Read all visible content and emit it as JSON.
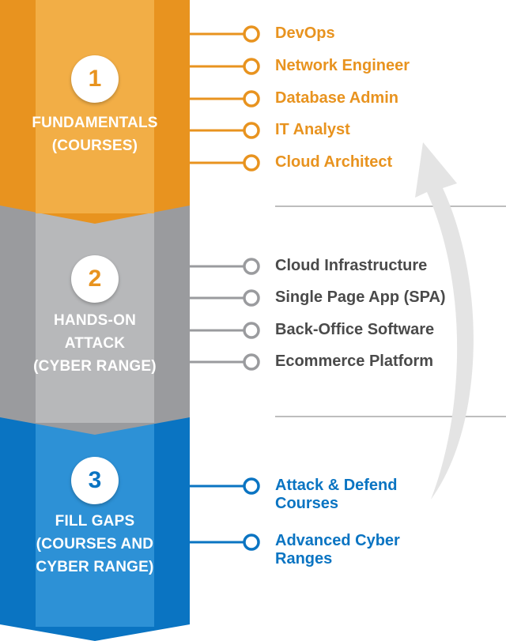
{
  "colors": {
    "stage1": "#E8931F",
    "stage1_light": "#F2AE46",
    "stage2": "#9A9B9E",
    "stage2_light": "#B7B8BA",
    "stage3": "#0A74C2",
    "stage3_light": "#2D91D6",
    "arrow": "#E4E4E4",
    "divider": "#BDBDBD",
    "dark_text": "#4A4A4A"
  },
  "stages": [
    {
      "number": "1",
      "title_lines": [
        "FUNDAMENTALS",
        "(COURSES)"
      ],
      "items": [
        {
          "label": "DevOps"
        },
        {
          "label": "Network Engineer"
        },
        {
          "label": "Database Admin"
        },
        {
          "label": "IT Analyst"
        },
        {
          "label": "Cloud Architect"
        }
      ]
    },
    {
      "number": "2",
      "title_lines": [
        "HANDS-ON",
        "ATTACK",
        "(CYBER RANGE)"
      ],
      "items": [
        {
          "label": "Cloud Infrastructure"
        },
        {
          "label": "Single Page App (SPA)"
        },
        {
          "label": "Back-Office Software"
        },
        {
          "label": "Ecommerce Platform"
        }
      ]
    },
    {
      "number": "3",
      "title_lines": [
        "FILL GAPS",
        "(COURSES AND",
        "CYBER RANGE)"
      ],
      "items": [
        {
          "label_lines": [
            "Attack & Defend",
            "Courses"
          ]
        },
        {
          "label_lines": [
            "Advanced Cyber",
            "Ranges"
          ]
        }
      ]
    }
  ]
}
